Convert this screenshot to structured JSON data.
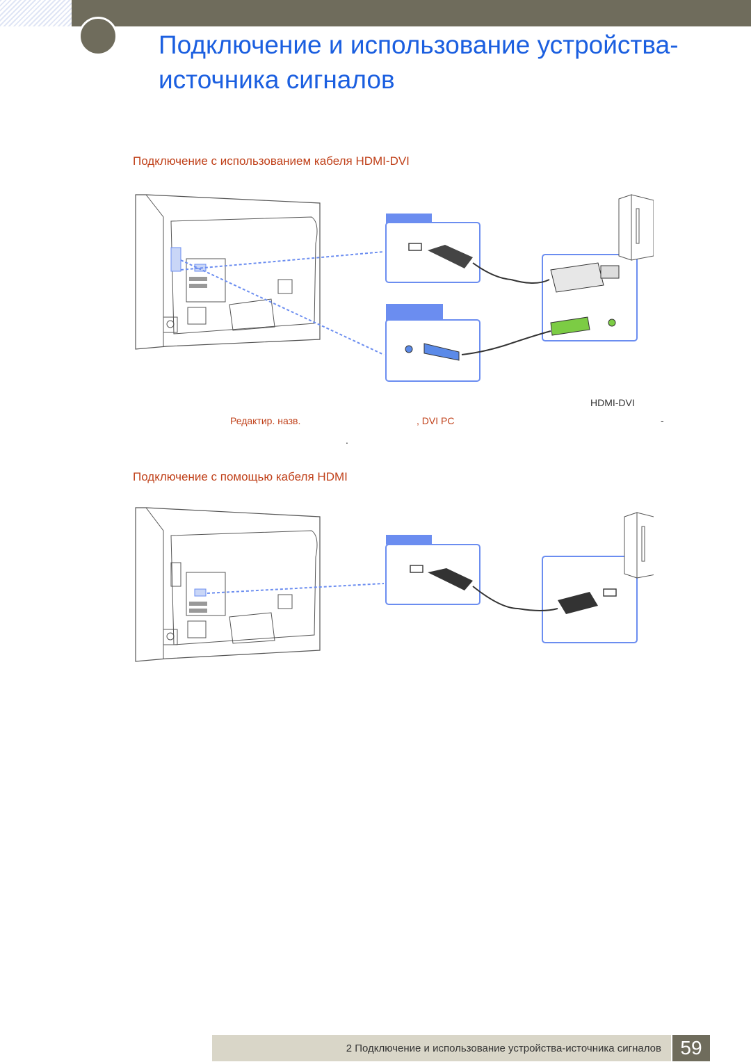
{
  "page": {
    "title": "Подключение и использование устройства-источника сигналов"
  },
  "sections": [
    {
      "heading_text": "Подключение с использованием кабеля",
      "heading_accent": "HDMI-DVI"
    },
    {
      "heading_text": "Подключение с помощью кабеля",
      "heading_accent": "HDMI"
    }
  ],
  "figure_labels": {
    "cable_label": "HDMI-DVI"
  },
  "notes": {
    "edit_name": "Редактир. назв.",
    "dvi_pc": ", DVI PC",
    "dash": "-",
    "dot": "."
  },
  "footer": {
    "text": "2 Подключение и использование устройства-источника сигналов",
    "page_number": "59"
  },
  "colors": {
    "title": "#1b5fe0",
    "heading": "#c0411a",
    "topbar": "#6f6c5c",
    "footer_bg": "#d9d6c8",
    "callout": "#6b8df0",
    "audio_blue": "#5b8ae8",
    "audio_green": "#7ccc44"
  }
}
